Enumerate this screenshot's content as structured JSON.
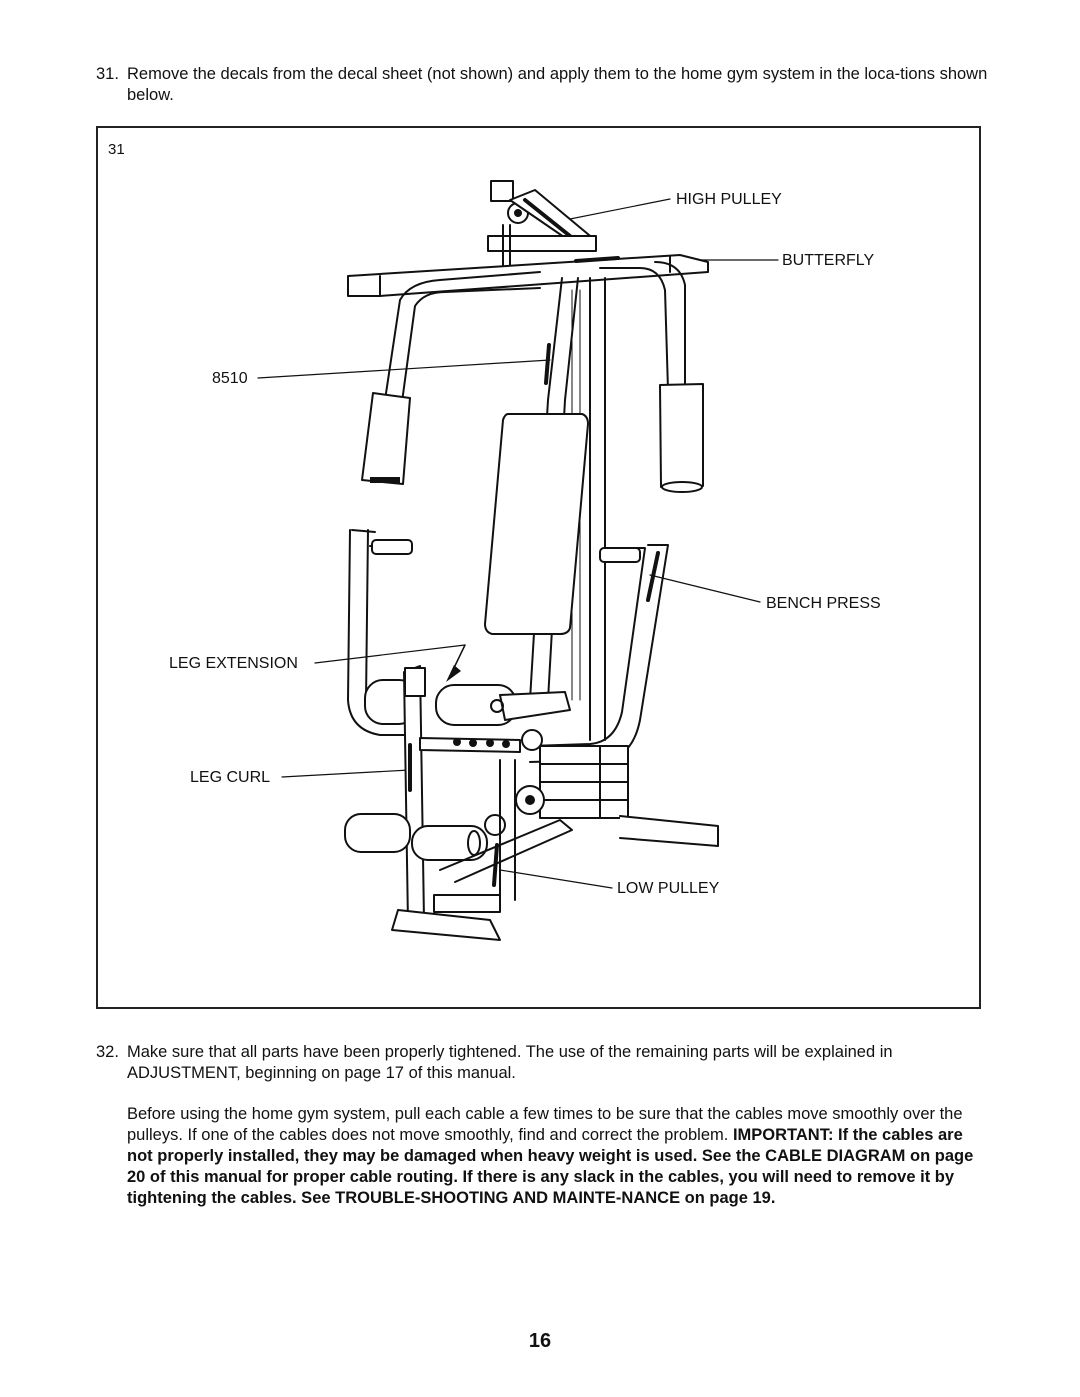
{
  "steps": [
    {
      "number": "31.",
      "text": "Remove the decals from the decal sheet (not shown) and apply them to the home gym system in the loca-tions shown below."
    },
    {
      "number": "32.",
      "text": "Make sure that all parts have been properly tightened. The use of the remaining parts will be explained in ADJUSTMENT, beginning on page 17 of this manual."
    }
  ],
  "paragraph": {
    "normal": "Before using the home gym system, pull each cable a few times to be sure that the cables move smoothly over the pulleys. If one of the cables does not move smoothly, find and correct the problem.",
    "bold": "IMPORTANT: If the cables are not properly installed, they may be damaged when heavy weight is used. See the CABLE DIAGRAM on page 20 of this manual for proper cable routing.  If there is any slack in the cables, you will need to remove it by tightening the cables. See TROUBLE-SHOOTING AND MAINTE-NANCE on page 19."
  },
  "figure": {
    "number": "31",
    "labels": {
      "high_pulley": "HIGH PULLEY",
      "butterfly": "BUTTERFLY",
      "model_decal": "8510",
      "bench_press": "BENCH PRESS",
      "leg_extension": "LEG EXTENSION",
      "leg_curl": "LEG CURL",
      "low_pulley": "LOW PULLEY"
    }
  },
  "page_number": "16"
}
